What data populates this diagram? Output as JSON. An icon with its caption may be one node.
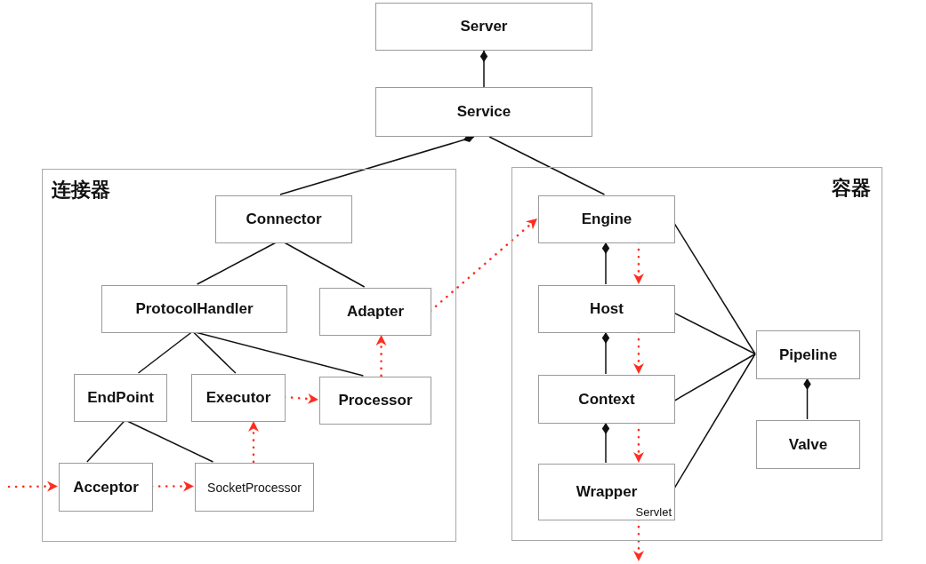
{
  "diagram": {
    "nodes": [
      {
        "text": [
          "Server"
        ]
      },
      {
        "text": [
          "Service"
        ]
      },
      {
        "text": [
          "连接器"
        ]
      },
      {
        "text": [
          "Connector"
        ],
        "in": 2
      },
      {
        "text": [
          "ProtocolHandler"
        ],
        "in": 2
      },
      {
        "text": [
          "Adapter"
        ],
        "in": 2
      },
      {
        "text": [
          "EndPoint"
        ],
        "in": 2
      },
      {
        "text": [
          "Executor"
        ],
        "in": 2
      },
      {
        "text": [
          "Processor"
        ],
        "in": 2
      },
      {
        "text": [
          "Acceptor"
        ],
        "in": 2
      },
      {
        "text": [
          "SocketProcessor"
        ],
        "in": 2
      },
      {
        "text": [
          "容器"
        ]
      },
      {
        "text": [
          "Engine"
        ],
        "in": 11
      },
      {
        "text": [
          "Host"
        ],
        "in": 11
      },
      {
        "text": [
          "Context"
        ],
        "in": 11
      },
      {
        "text": [
          "Wrapper",
          "Servlet"
        ],
        "in": 11
      },
      {
        "text": [
          "Pipeline"
        ],
        "in": 11
      },
      {
        "text": [
          "Valve"
        ],
        "in": 11
      }
    ],
    "edges": [
      {
        "from": 0,
        "to": 1,
        "arrow": "other"
      },
      {
        "from": 1,
        "to": 3,
        "arrow": "other"
      },
      {
        "from": 1,
        "to": 12,
        "arrow": "none"
      },
      {
        "from": 3,
        "to": 4,
        "arrow": "none"
      },
      {
        "from": 3,
        "to": 5,
        "arrow": "none"
      },
      {
        "from": 4,
        "to": 6,
        "arrow": "none"
      },
      {
        "from": 4,
        "to": 7,
        "arrow": "none"
      },
      {
        "from": 4,
        "to": 8,
        "arrow": "none"
      },
      {
        "from": 6,
        "to": 9,
        "arrow": "none"
      },
      {
        "from": 6,
        "to": 10,
        "arrow": "none"
      },
      {
        "from": null,
        "to": 9,
        "arrow": "to",
        "style": "dashed",
        "color": "#ff2d1f"
      },
      {
        "from": 9,
        "to": 10,
        "arrow": "to",
        "style": "dashed",
        "color": "#ff2d1f"
      },
      {
        "from": 10,
        "to": 7,
        "arrow": "to",
        "style": "dashed",
        "color": "#ff2d1f"
      },
      {
        "from": 7,
        "to": 8,
        "arrow": "to",
        "style": "dashed",
        "color": "#ff2d1f"
      },
      {
        "from": 8,
        "to": 5,
        "arrow": "to",
        "style": "dashed",
        "color": "#ff2d1f"
      },
      {
        "from": 5,
        "to": 12,
        "arrow": "to",
        "style": "dashed",
        "color": "#ff2d1f"
      },
      {
        "from": 12,
        "to": 13,
        "arrow": "to",
        "style": "dashed",
        "color": "#ff2d1f"
      },
      {
        "from": 13,
        "to": 14,
        "arrow": "to",
        "style": "dashed",
        "color": "#ff2d1f"
      },
      {
        "from": 14,
        "to": 15,
        "arrow": "to",
        "style": "dashed",
        "color": "#ff2d1f"
      },
      {
        "from": 15,
        "to": null,
        "arrow": "to",
        "style": "dashed",
        "color": "#ff2d1f"
      },
      {
        "from": 12,
        "to": 13,
        "arrow": "other"
      },
      {
        "from": 13,
        "to": 14,
        "arrow": "other"
      },
      {
        "from": 14,
        "to": 15,
        "arrow": "other"
      },
      {
        "from": 16,
        "to": 17,
        "arrow": "other"
      },
      {
        "from": 12,
        "to": 16,
        "arrow": "none"
      },
      {
        "from": 13,
        "to": 16,
        "arrow": "none"
      },
      {
        "from": 14,
        "to": 16,
        "arrow": "none"
      },
      {
        "from": 15,
        "to": 16,
        "arrow": "none"
      }
    ]
  }
}
